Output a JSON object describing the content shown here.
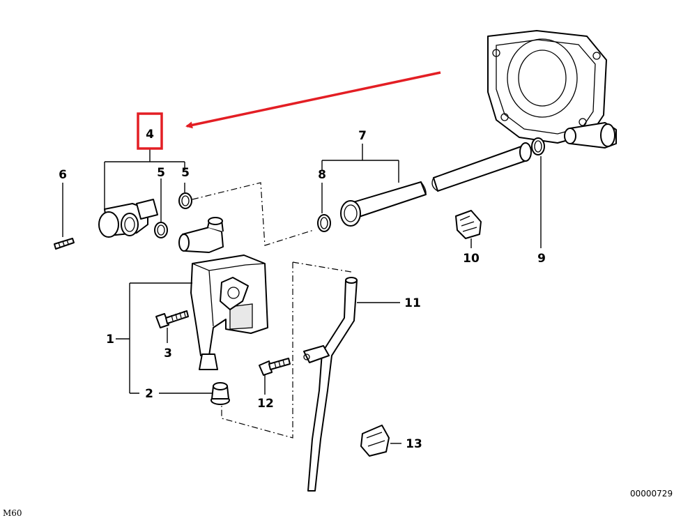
{
  "callouts": {
    "c1": "1",
    "c2": "2",
    "c3": "3",
    "c4": "4",
    "c5a": "5",
    "c5b": "5",
    "c6": "6",
    "c7": "7",
    "c8": "8",
    "c9": "9",
    "c10": "10",
    "c11": "11",
    "c12": "12",
    "c13": "13"
  },
  "model_label": "M60",
  "diagram_id": "00000729",
  "colors": {
    "highlight": "#e31e24",
    "ink": "#000000",
    "background": "#ffffff"
  },
  "highlighted_callout": "4"
}
